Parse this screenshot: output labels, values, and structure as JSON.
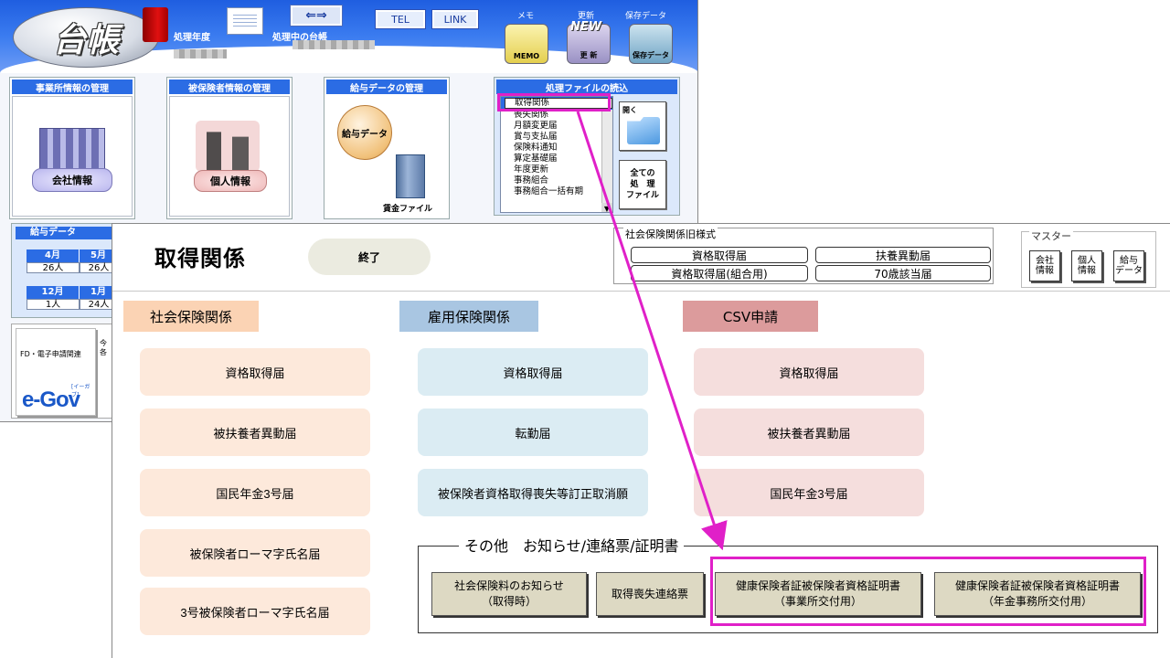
{
  "bg_app": {
    "logo": "台帳",
    "header_labels": {
      "year_label": "処理年度",
      "ledger_label": "処理中の台帳"
    },
    "header_buttons": {
      "tel": "TEL",
      "link": "LINK"
    },
    "header_tools": {
      "memo": "メモ",
      "update": "更新",
      "save": "保存データ",
      "memo_icon": "MEMO",
      "update_icon": "更 新",
      "save_icon": "保存データ",
      "new_badge": "NEW"
    },
    "panels": {
      "office": {
        "title": "事業所情報の管理",
        "label": "会社情報"
      },
      "insured": {
        "title": "被保険者情報の管理",
        "label": "個人情報"
      },
      "salary": {
        "title": "給与データの管理",
        "label": "給与データ",
        "file_label": "賃金ファイル"
      },
      "file_read": {
        "title": "処理ファイルの読込",
        "selected": "取得関係",
        "items": [
          "喪失関係",
          "月額変更届",
          "賞与支払届",
          "保険料通知",
          "算定基礎届",
          "年度更新",
          "事務組合",
          "事務組合一括有期"
        ],
        "open_button": "開く",
        "all_button": "全ての\n処　理\nファイル"
      }
    },
    "salary_table": {
      "title": "給与データ",
      "rows": [
        {
          "headers": [
            "4月",
            "5月"
          ],
          "values": [
            "26人",
            "26人"
          ]
        },
        {
          "headers": [
            "12月",
            "1月"
          ],
          "values": [
            "1人",
            "24人"
          ]
        }
      ]
    },
    "egov": {
      "caption": "FD・電子申請関連",
      "logo": "e-Gov",
      "logo_sub": "[イーガブ]",
      "cut_text": "今\n各"
    }
  },
  "fg_app": {
    "title": "取得関係",
    "close_button": "終了",
    "old_forms": {
      "legend": "社会保険関係旧様式",
      "buttons": [
        "資格取得届",
        "扶養異動届",
        "資格取得届(組合用)",
        "70歳該当届"
      ]
    },
    "master": {
      "legend": "マスター",
      "buttons": [
        "会社\n情報",
        "個人\n情報",
        "給与\nデータ"
      ]
    },
    "sections": {
      "shakai": {
        "header": "社会保険関係",
        "buttons": [
          "資格取得届",
          "被扶養者異動届",
          "国民年金3号届",
          "被保険者ローマ字氏名届",
          "3号被保険者ローマ字氏名届"
        ]
      },
      "koyo": {
        "header": "雇用保険関係",
        "buttons": [
          "資格取得届",
          "転勤届",
          "被保険者資格取得喪失等訂正取消願"
        ]
      },
      "csv": {
        "header": "CSV申請",
        "buttons": [
          "資格取得届",
          "被扶養者異動届",
          "国民年金3号届"
        ]
      }
    },
    "other": {
      "legend": "その他　お知らせ/連絡票/証明書",
      "buttons": [
        "社会保険料のお知らせ\n（取得時）",
        "取得喪失連絡票",
        "健康保険者証被保険者資格証明書\n（事業所交付用）",
        "健康保険者証被保険者資格証明書\n（年金事務所交付用）"
      ]
    }
  },
  "colors": {
    "highlight": "#e020c8",
    "shakai": "#fbd3b4",
    "koyo": "#a9c6e2",
    "csv": "#dc9b9c",
    "brand_blue": "#2b6ce4"
  }
}
